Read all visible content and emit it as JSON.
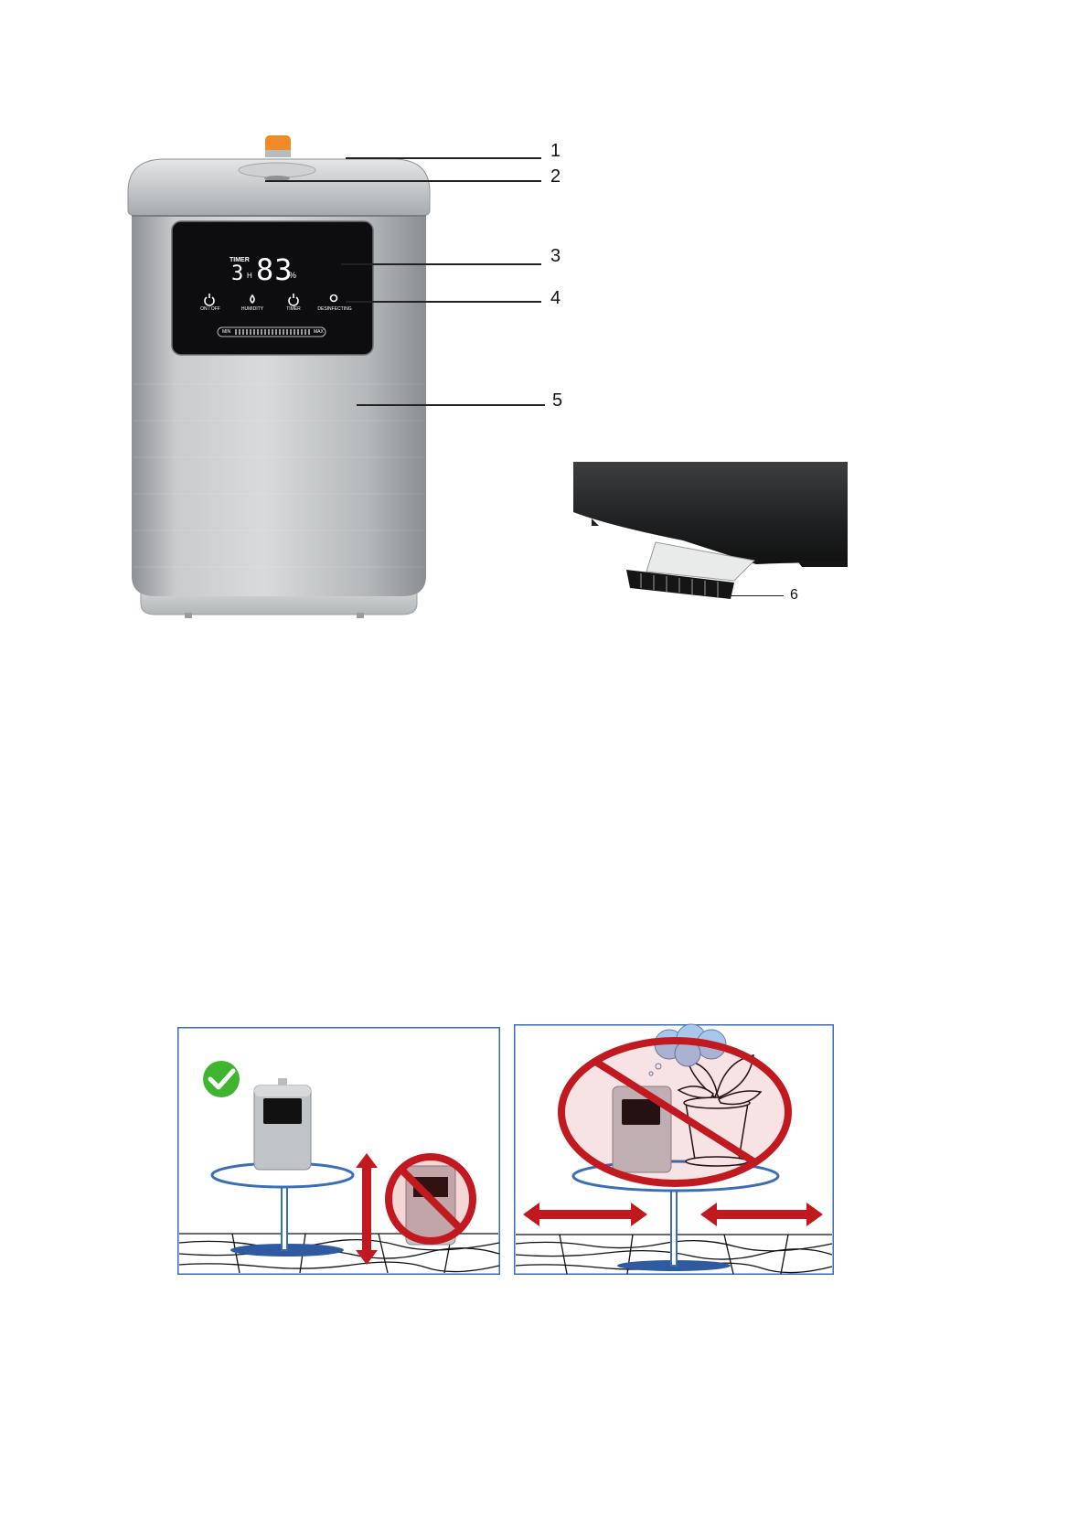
{
  "product_diagram": {
    "display": {
      "timer_label": "TIMER",
      "timer_value": "3",
      "timer_unit": "H",
      "humidity_value": "83",
      "humidity_unit": "%",
      "buttons": [
        "ON / OFF",
        "HUMIDITY",
        "TIMER",
        "DESINFECTING"
      ],
      "slider_min": "MIN",
      "slider_max": "MAX"
    },
    "callouts": [
      "1",
      "2",
      "3",
      "4",
      "5"
    ]
  },
  "detail_diagram": {
    "callout": "6"
  },
  "placement_illustrations": {
    "left_panel": {
      "status": "correct-placement-with-incorrect-floor-example"
    },
    "right_panel": {
      "status": "incorrect-placement-near-plant"
    }
  },
  "colors": {
    "frame_border": "#3a6db5",
    "prohibit_red": "#c0191f",
    "check_green": "#3fb52f",
    "body_silver": "#b9bcbf",
    "display_black": "#0d0d0f"
  }
}
